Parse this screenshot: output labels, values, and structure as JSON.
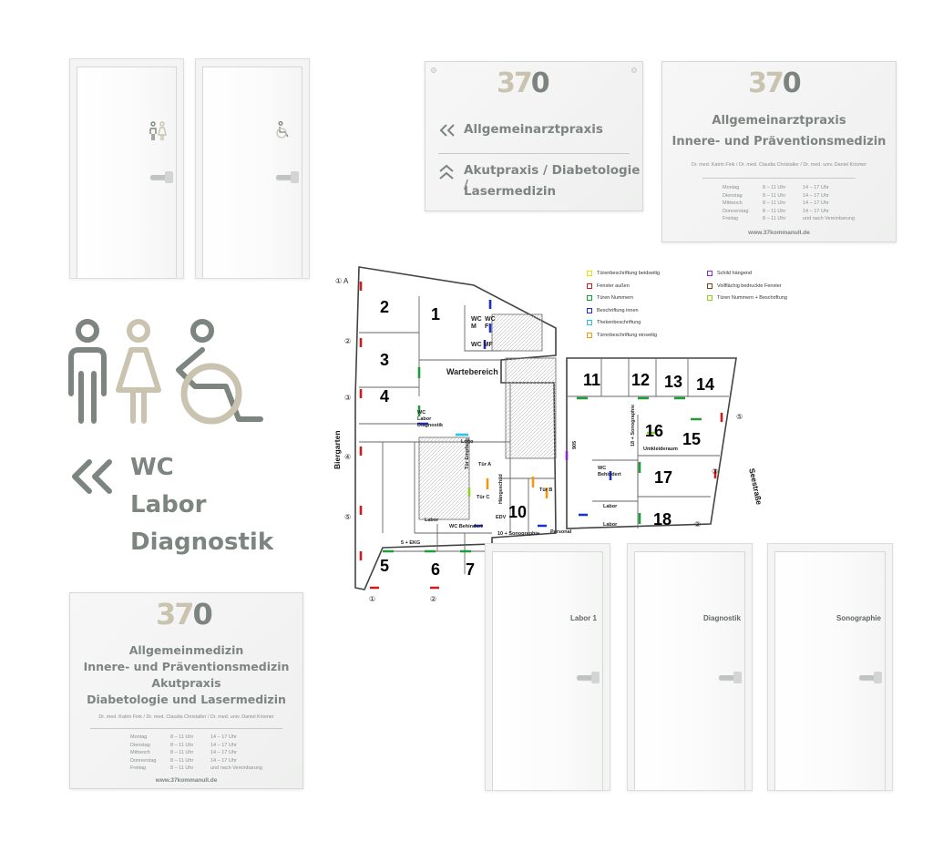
{
  "doors": {
    "labels": [
      "Labor 1",
      "Diagnostik",
      "Sonographie"
    ]
  },
  "logo": {
    "part1": "37",
    "part2": "0"
  },
  "sign_direction": {
    "item1": "Allgemeinarztpraxis",
    "item2_line1": "Akutpraxis / Diabetologie /",
    "item2_line2": "Lasermedizin"
  },
  "sign_practice": {
    "title1": "Allgemeinarztpraxis",
    "title2": "Innere- und Präventionsmedizin",
    "doctors": "Dr. med. Katrin Fink / Dr. med. Claudia Christaller / Dr. med. univ. Daniel Krismer",
    "website": "www.37kommanull.de"
  },
  "sign_main": {
    "title1": "Allgemeinmedizin",
    "title2": "Innere- und Präventionsmedizin",
    "title3": "Akutpraxis",
    "title4": "Diabetologie und Lasermedizin",
    "doctors": "Dr. med. Katrin Fink / Dr. med. Claudia Christaller / Dr. med. univ. Daniel Krismer",
    "website": "www.37kommanull.de"
  },
  "hours": [
    {
      "day": "Montag",
      "am": "8 – 11 Uhr",
      "pm": "14 – 17 Uhr"
    },
    {
      "day": "Dienstag",
      "am": "8 – 11 Uhr",
      "pm": "14 – 17 Uhr"
    },
    {
      "day": "Mittwoch",
      "am": "8 – 11 Uhr",
      "pm": "14 – 17 Uhr"
    },
    {
      "day": "Donnerstag",
      "am": "8 – 11 Uhr",
      "pm": "14 – 17 Uhr"
    },
    {
      "day": "Freitag",
      "am": "8 – 11 Uhr",
      "pm": "und nach Vereinbarung"
    }
  ],
  "wayfinding": {
    "line1": "WC",
    "line2": "Labor",
    "line3": "Diagnostik"
  },
  "plan": {
    "rooms": [
      {
        "num": "1"
      },
      {
        "num": "2"
      },
      {
        "num": "3"
      },
      {
        "num": "4"
      },
      {
        "num": "5"
      },
      {
        "num": "6"
      },
      {
        "num": "7"
      },
      {
        "num": "10"
      },
      {
        "num": "11"
      },
      {
        "num": "12"
      },
      {
        "num": "13"
      },
      {
        "num": "14"
      },
      {
        "num": "15"
      },
      {
        "num": "16"
      },
      {
        "num": "17"
      },
      {
        "num": "18"
      }
    ],
    "labels": {
      "warte": "Wartebereich",
      "wc_m": "WC M",
      "wc_f": "WC F",
      "wc_mf": "WC MF",
      "wc_labor_1": "WC",
      "wc_labor_2": "Labor",
      "wc_labor_3": "Diagnostik",
      "logo": "Logo",
      "tuer_a": "Tür A",
      "tuer_b": "Tür B",
      "tuer_c": "Tür C",
      "labor_a": "Labor",
      "labor_b": "Labor",
      "labor_c": "Labor",
      "wc_beh_1": "WC Behindert",
      "wc_beh_2": "WC Behindert",
      "edv": "EDV",
      "personal": "Personal",
      "sono": "10 + Sonographie",
      "ekg": "5 + EKG",
      "umkleide": "Umkleideraum",
      "empfang": "Tür Empfang",
      "haengeschild": "Hängeschild",
      "sono18": "18 + Sonographie",
      "nr905": "905"
    },
    "street_left": "Biergarten",
    "street_right": "Seestraße",
    "axis": [
      "① A",
      "②",
      "③",
      "④",
      "⑤",
      "⑤",
      "③",
      "②",
      "①",
      "②"
    ],
    "legend": [
      {
        "label": "Türenbeschriftung beidseitig",
        "color": "#e7e000"
      },
      {
        "label": "Fenster außen",
        "color": "#d21c1c"
      },
      {
        "label": "Türen Nummern",
        "color": "#1f9d3a"
      },
      {
        "label": "Beschriftung innen",
        "color": "#1a2fd0"
      },
      {
        "label": "Thekenbeschriftung",
        "color": "#27c4e3"
      },
      {
        "label": "Türnnbeschriftung einseitig",
        "color": "#f19a0e"
      },
      {
        "label": "Schild hängend",
        "color": "#8a26d6"
      },
      {
        "label": "Vollflächig bedruckte Fenster",
        "color": "#7a4212"
      },
      {
        "label": "Türen Nummern + Beschriftung",
        "color": "#8fd22a"
      }
    ]
  },
  "colors": {
    "grey": "#7d8580",
    "beige": "#c9c3b0"
  }
}
